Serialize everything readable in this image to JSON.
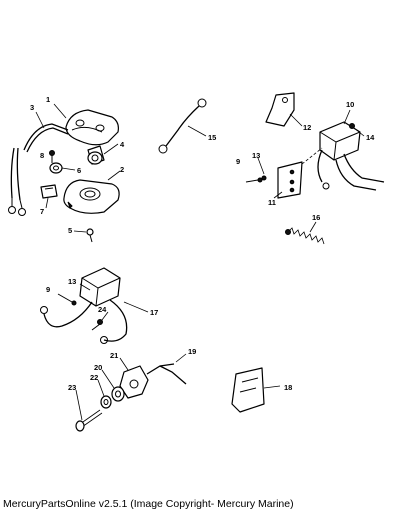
{
  "footer": {
    "text": "MercuryPartsOnline v2.5.1 (Image Copyright- Mercury Marine)"
  },
  "callouts": [
    "1",
    "2",
    "3",
    "4",
    "5",
    "6",
    "7",
    "8",
    "9",
    "10",
    "11",
    "12",
    "13",
    "14",
    "15",
    "16",
    "17",
    "18",
    "19",
    "20",
    "21",
    "22",
    "23",
    "24",
    "9",
    "13"
  ]
}
